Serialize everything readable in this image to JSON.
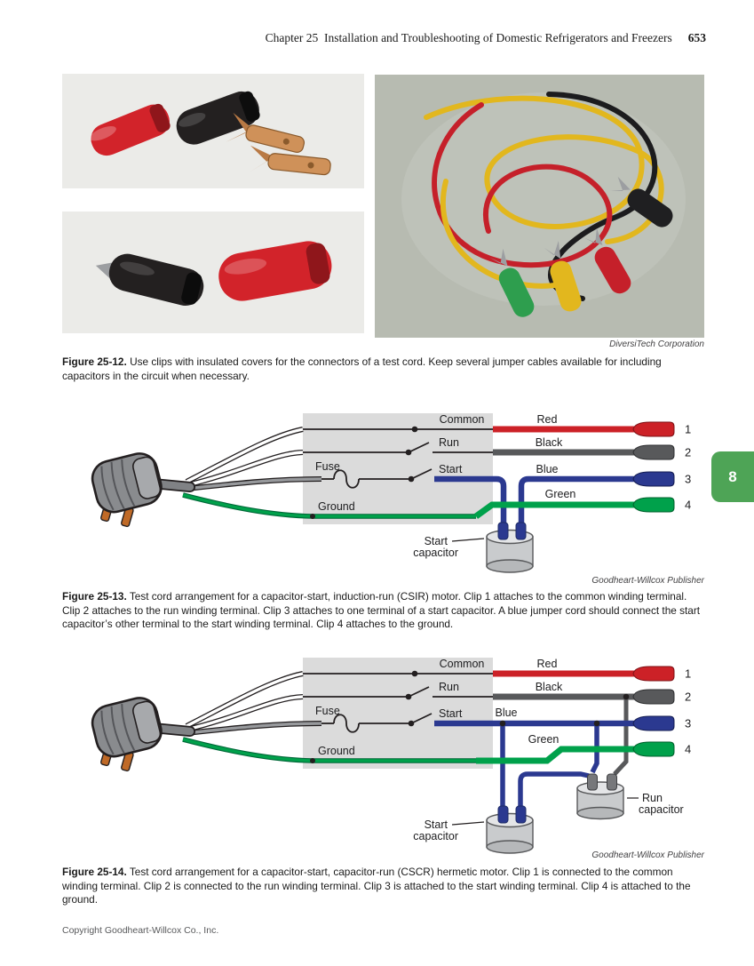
{
  "header": {
    "running_head": "Chapter 25 Installation and Troubleshooting of Domestic Refrigerators and Freezers",
    "page_number": "653"
  },
  "chapter_tab": "8",
  "footer": "Copyright Goodheart-Willcox Co., Inc.",
  "figure_25_12": {
    "credit": "DiversiTech Corporation",
    "caption_label": "Figure 25-12.",
    "caption_text": "Use clips with insulated covers for the connectors of a test cord. Keep several jumper cables available for including capacitors in the circuit when necessary."
  },
  "figure_25_13": {
    "credit": "Goodheart-Willcox Publisher",
    "caption_label": "Figure 25-13.",
    "caption_text": "Test cord arrangement for a capacitor-start, induction-run (CSIR) motor. Clip 1 attaches to the common winding terminal. Clip 2 attaches to the run winding terminal. Clip 3 attaches to one terminal of a start capacitor. A blue jumper cord should connect the start capacitor’s other terminal to the start winding terminal. Clip 4 attaches to the ground.",
    "diagram": {
      "common": "Common",
      "run": "Run",
      "start": "Start",
      "fuse": "Fuse",
      "ground": "Ground",
      "wire_red": "Red",
      "wire_black": "Black",
      "wire_blue": "Blue",
      "wire_green": "Green",
      "start_capacitor_line1": "Start",
      "start_capacitor_line2": "capacitor",
      "clip_numbers": [
        "1",
        "2",
        "3",
        "4"
      ]
    }
  },
  "figure_25_14": {
    "credit": "Goodheart-Willcox Publisher",
    "caption_label": "Figure 25-14.",
    "caption_text": "Test cord arrangement for a capacitor-start, capacitor-run (CSCR) hermetic motor. Clip 1 is connected to the common winding terminal. Clip 2 is connected to the run winding terminal. Clip 3 is attached to the start winding terminal. Clip 4 is attached to the ground.",
    "diagram": {
      "common": "Common",
      "run": "Run",
      "start": "Start",
      "fuse": "Fuse",
      "ground": "Ground",
      "wire_red": "Red",
      "wire_black": "Black",
      "wire_blue": "Blue",
      "wire_green": "Green",
      "start_capacitor_line1": "Start",
      "start_capacitor_line2": "capacitor",
      "run_capacitor_line1": "Run",
      "run_capacitor_line2": "capacitor",
      "clip_numbers": [
        "1",
        "2",
        "3",
        "4"
      ]
    }
  },
  "colors": {
    "wire_red": "#cc2127",
    "wire_black": "#58595b",
    "wire_blue": "#2b3990",
    "wire_green": "#00a14b",
    "chapter_tab_green": "#4ea456"
  }
}
